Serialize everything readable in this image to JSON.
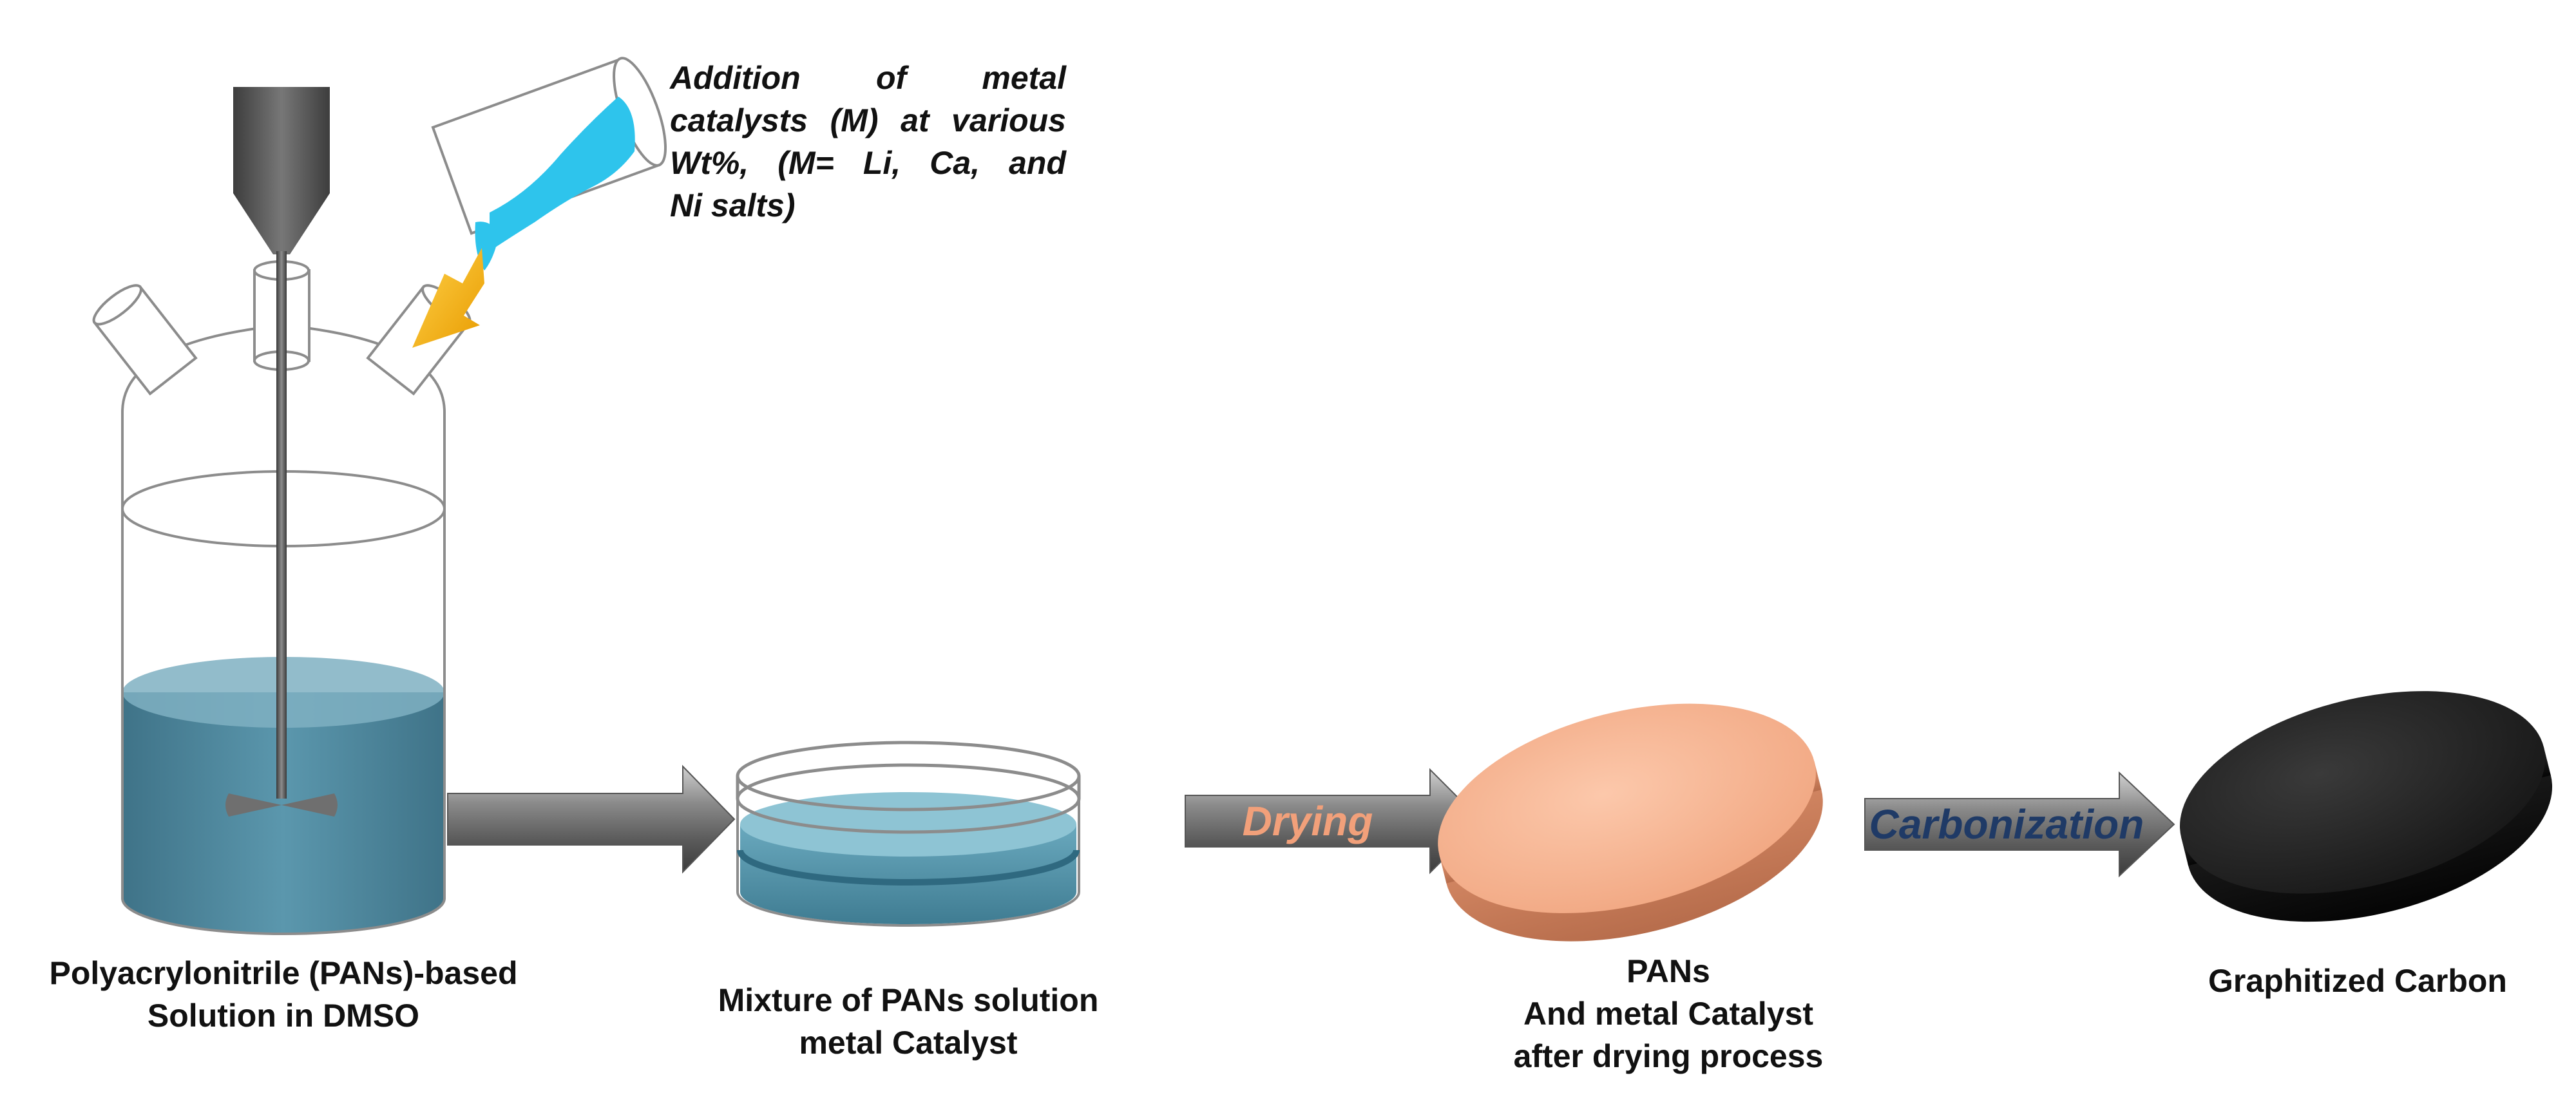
{
  "addition_note": {
    "lines": [
      "Addition of metal",
      "catalysts (M) at various",
      "Wt%, (M= Li, Ca, and",
      "Ni salts)"
    ]
  },
  "arrows": {
    "drying_label": "Drying",
    "carbonization_label": "Carbonization"
  },
  "steps": [
    {
      "lines": [
        "Polyacrylonitrile (PANs)-based",
        "Solution in DMSO"
      ]
    },
    {
      "lines": [
        "Mixture of PANs solution",
        "metal Catalyst"
      ]
    },
    {
      "lines": [
        "PANs",
        "And metal Catalyst",
        "after drying process"
      ]
    },
    {
      "lines": [
        "Graphitized Carbon"
      ]
    }
  ],
  "colors": {
    "solution": "#4c8aa0",
    "pour_liquid": "#2ec4ec",
    "pour_arrow": "#f6b400",
    "pans_disc": "#f4ae8c",
    "drying_text": "#f2a07a",
    "carbon_disc": "#1e1e1e",
    "carbonization_text": "#1f3a66",
    "process_arrow": "#7f7f7f"
  }
}
